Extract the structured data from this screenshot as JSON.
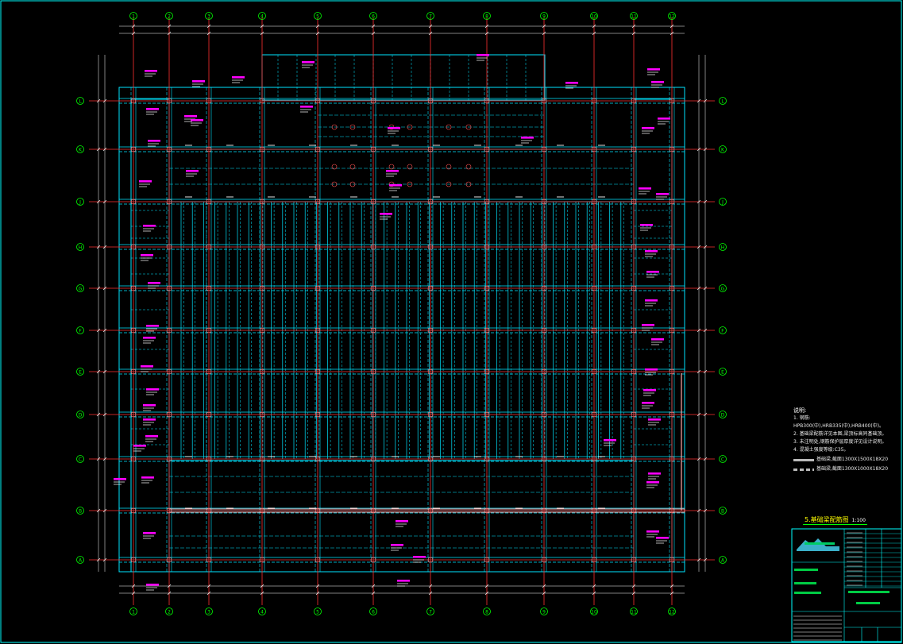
{
  "drawing": {
    "title": "5.基础梁配筋图",
    "scale": "1:100"
  },
  "grid_x": [
    "1",
    "2",
    "3",
    "4",
    "5",
    "6",
    "7",
    "8",
    "9",
    "10",
    "11",
    "12"
  ],
  "grid_y": [
    "A",
    "B",
    "C",
    "D",
    "E",
    "F",
    "G",
    "H",
    "J",
    "K",
    "L"
  ],
  "notes": {
    "header": "说明:",
    "lines": [
      "1. 钢筋: HPB300(中),HRB335(中),HRB400(中)。",
      "2. 基础梁配筋详见本图,梁顶标高同基础顶。",
      "3. 未注明处,钢筋保护层厚度详见设计说明。",
      "4. 混凝土强度等级:C35。"
    ],
    "legend": [
      {
        "label": "基础梁,截面1300X1500X18X20",
        "style": "solid"
      },
      {
        "label": "基础梁,截面1300X1000X18X20",
        "style": "dashed"
      }
    ]
  },
  "colors": {
    "background": "#000000",
    "axis": "#ff3030",
    "grid_text": "#00ff00",
    "beam": "#00e5ff",
    "annotation": "#ff00ff",
    "dimension": "#ffffff",
    "frame": "#00ffff"
  }
}
